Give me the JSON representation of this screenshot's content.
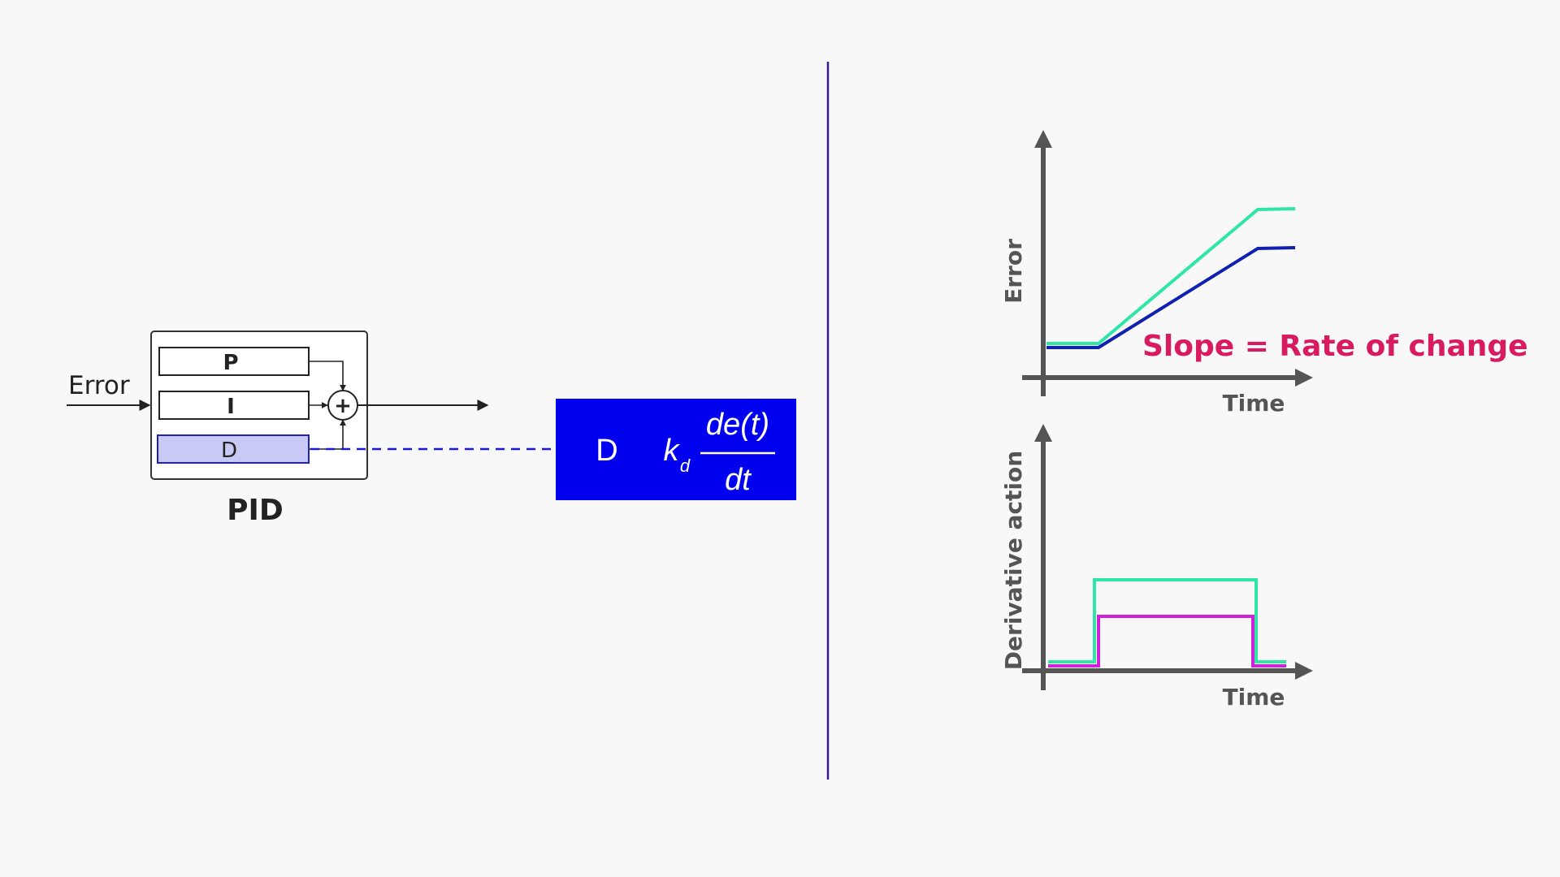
{
  "pid_diagram": {
    "input_label": "Error",
    "blocks": [
      "P",
      "I",
      "D"
    ],
    "sum_symbol": "+",
    "caption": "PID"
  },
  "derivative_block": {
    "label": "D",
    "gain_symbol": "k",
    "gain_subscript": "d",
    "numerator": "de(t)",
    "denominator": "dt"
  },
  "error_chart": {
    "ylabel": "Error",
    "xlabel": "Time",
    "annotation": "Slope = Rate of change"
  },
  "derivative_chart": {
    "ylabel": "Derivative action",
    "xlabel": "Time"
  },
  "colors": {
    "background": "#f8f8f8",
    "derivative_block_fill": "#0000ee",
    "highlight_block_fill": "#c9c9f5",
    "highlight_block_stroke": "#2020c0",
    "divider": "#3a1a8a",
    "axis": "#555555",
    "teal_series": "#2ee6a8",
    "blue_series": "#1020b0",
    "magenta_series": "#d020d8",
    "annotation": "#d81b60"
  }
}
